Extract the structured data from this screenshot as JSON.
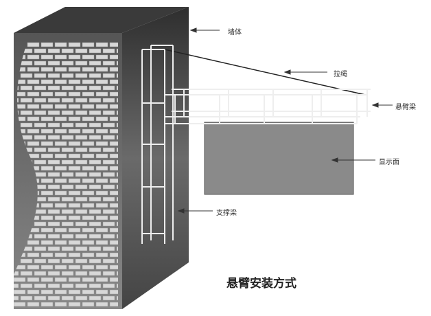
{
  "labels": {
    "wall": "墙体",
    "rope": "拉绳",
    "cantilever_beam": "悬臂梁",
    "display_surface": "显示面",
    "support_beam": "支撑梁"
  },
  "title": "悬臂安装方式",
  "colors": {
    "wall_side": "#5a5a5a",
    "panel": "#8a8a8a",
    "brick": "#d8d8d8"
  }
}
